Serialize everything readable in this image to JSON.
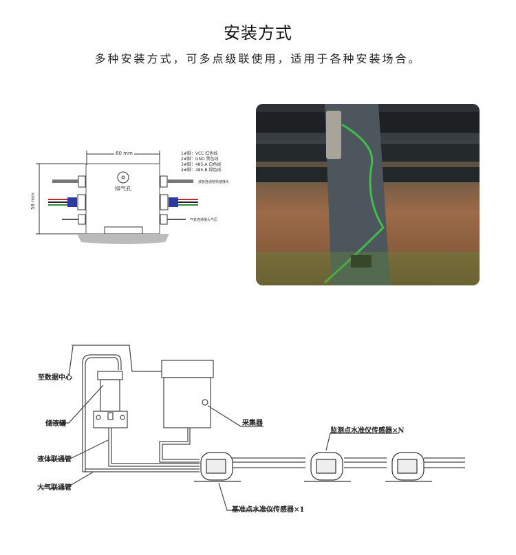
{
  "header": {
    "title": "安装方式",
    "subtitle": "多种安装方式，可多点级联使用，适用于各种安装场合。"
  },
  "dimension_drawing": {
    "width_label": "60 mm",
    "height_label": "58 mm",
    "vent_label": "排气孔",
    "pins": [
      "1#脚：VCC  红色线",
      "2#脚：GND  黑色线",
      "3#脚：485-A 白色线",
      "4#脚：485-B 绿色线"
    ],
    "note_liquid": "液管连通管快速接头",
    "note_air": "气管连通接大气压"
  },
  "system_diagram": {
    "to_data_center": "至数据中心",
    "reservoir": "储液罐",
    "collector": "采集器",
    "liquid_pipe": "液体联通管",
    "air_pipe": "大气联通管",
    "reference_sensor": "基准点水准仪传感器×1",
    "monitor_sensor": "监测点水准仪传感器×N"
  }
}
